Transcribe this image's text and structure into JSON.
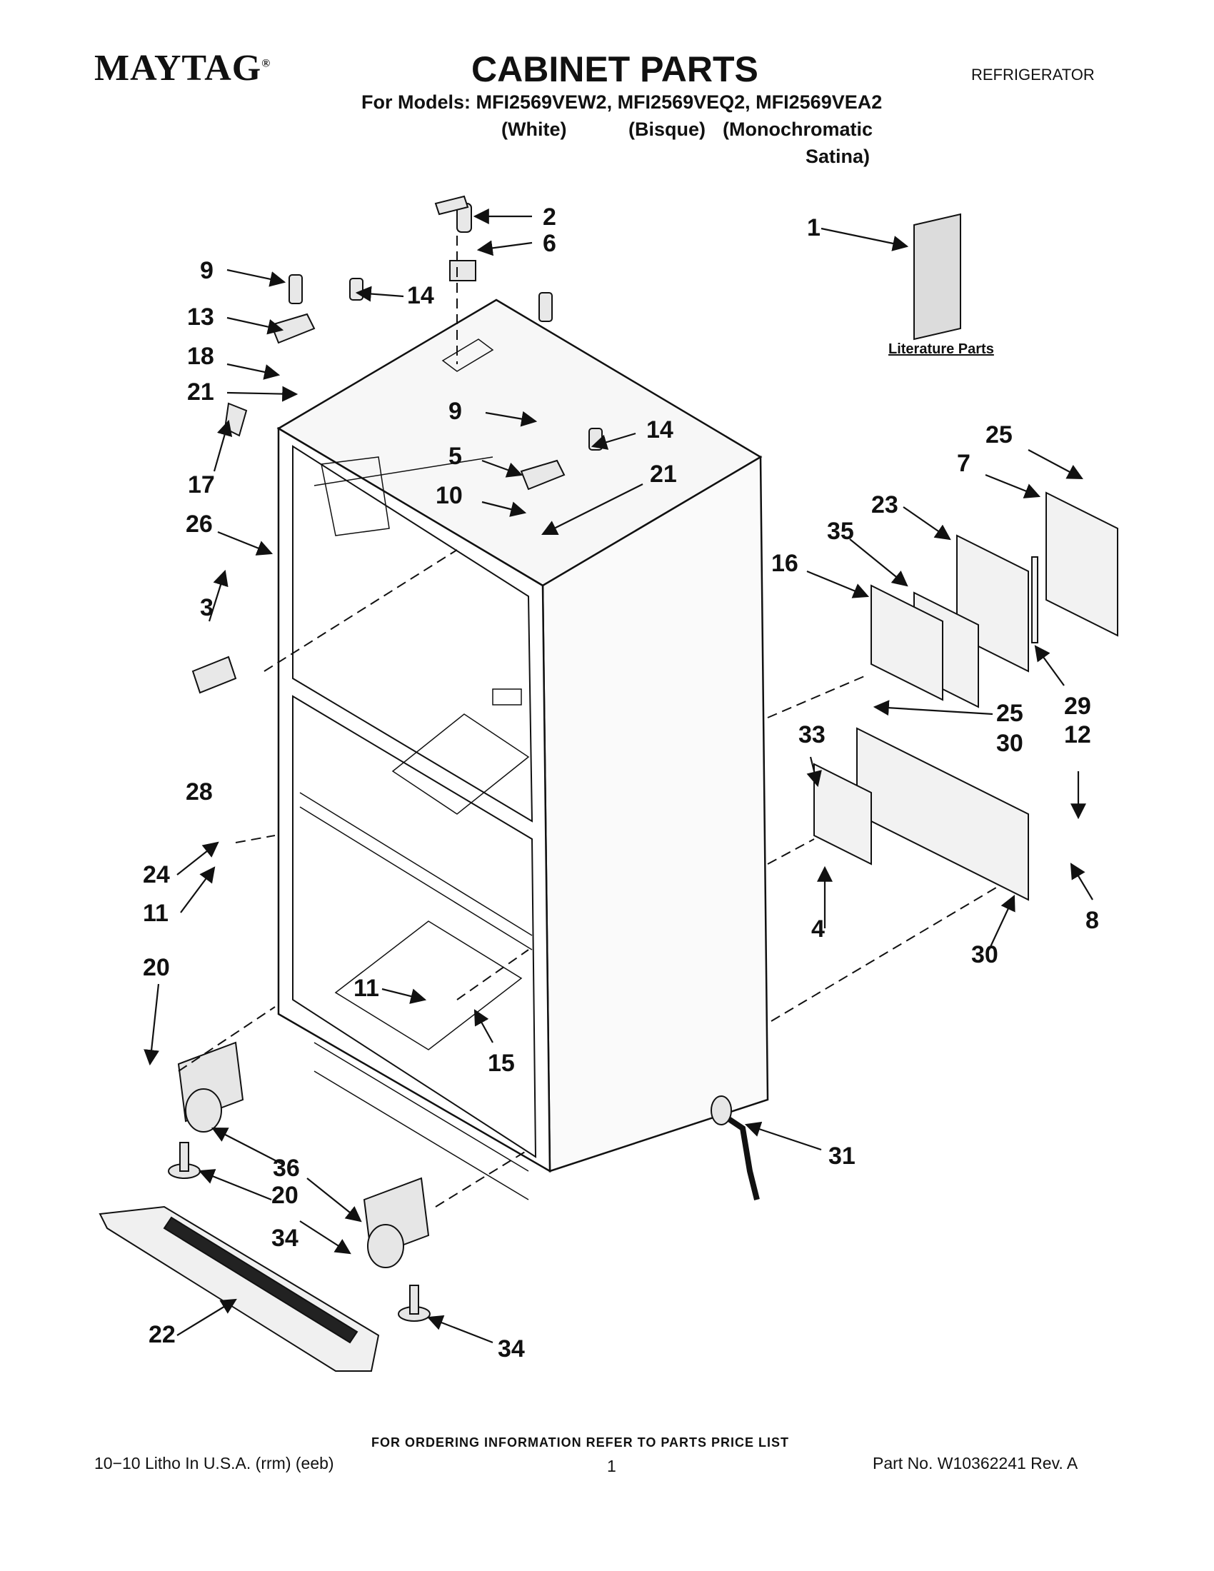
{
  "header": {
    "brand": "MAYTAG",
    "brand_mark": "®",
    "title": "CABINET PARTS",
    "category": "REFRIGERATOR",
    "models_line": "For Models: MFI2569VEW2, MFI2569VEQ2, MFI2569VEA2",
    "finishes": [
      "(White)",
      "(Bisque)",
      "(Monochromatic",
      "Satina)"
    ]
  },
  "diagram": {
    "literature_label": "Literature Parts",
    "callouts": [
      "1",
      "2",
      "3",
      "4",
      "5",
      "6",
      "7",
      "8",
      "9",
      "9",
      "10",
      "11",
      "11",
      "12",
      "13",
      "14",
      "14",
      "15",
      "16",
      "17",
      "18",
      "20",
      "20",
      "21",
      "21",
      "22",
      "23",
      "24",
      "25",
      "25",
      "26",
      "28",
      "29",
      "30",
      "30",
      "31",
      "33",
      "34",
      "34",
      "35",
      "36"
    ]
  },
  "footer": {
    "ordering_note": "FOR ORDERING INFORMATION REFER TO PARTS PRICE LIST",
    "litho": "10−10 Litho In U.S.A. (rrm) (eeb)",
    "page": "1",
    "part_no": "Part No. W10362241 Rev. A"
  }
}
